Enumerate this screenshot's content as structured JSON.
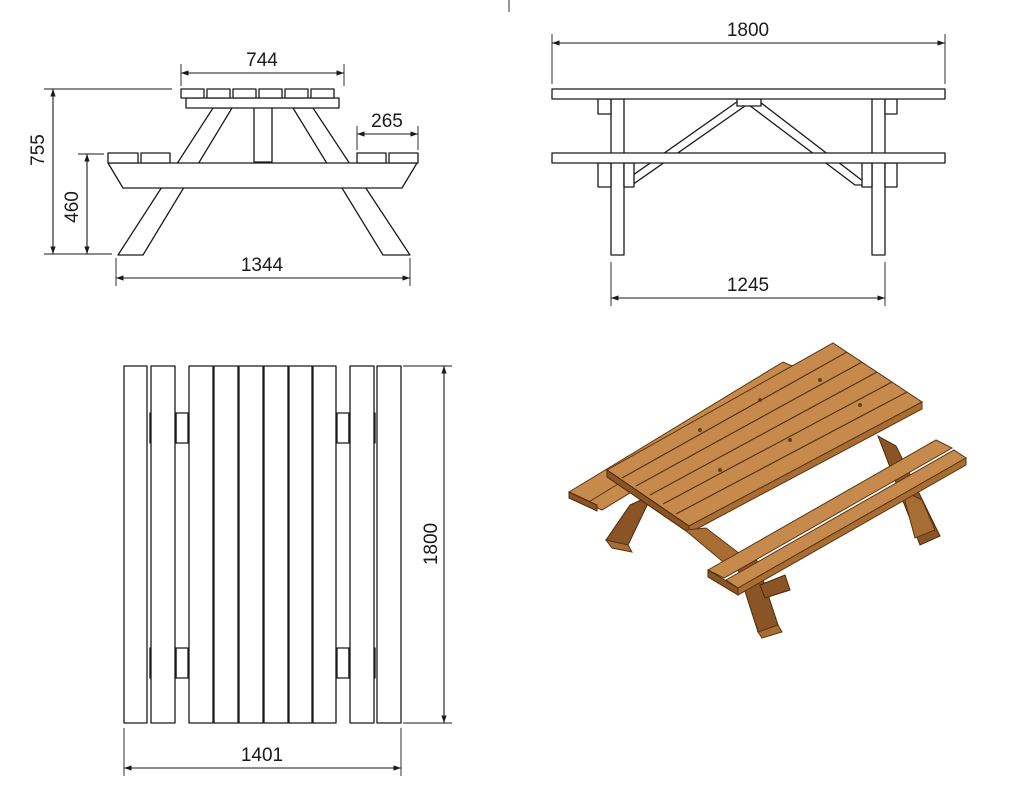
{
  "colors": {
    "line": "#1a1a1a",
    "wood_light": "#c58a4c",
    "wood_mid": "#a86d33",
    "wood_dark": "#8a5424"
  },
  "end_view": {
    "dim_top_width": "744",
    "dim_total_height": "755",
    "dim_seat_height": "460",
    "dim_seat_width": "265",
    "dim_base_width": "1344"
  },
  "side_view": {
    "dim_top_length": "1800",
    "dim_leg_spacing": "1245"
  },
  "plan_view": {
    "dim_length": "1800",
    "dim_width": "1401"
  }
}
